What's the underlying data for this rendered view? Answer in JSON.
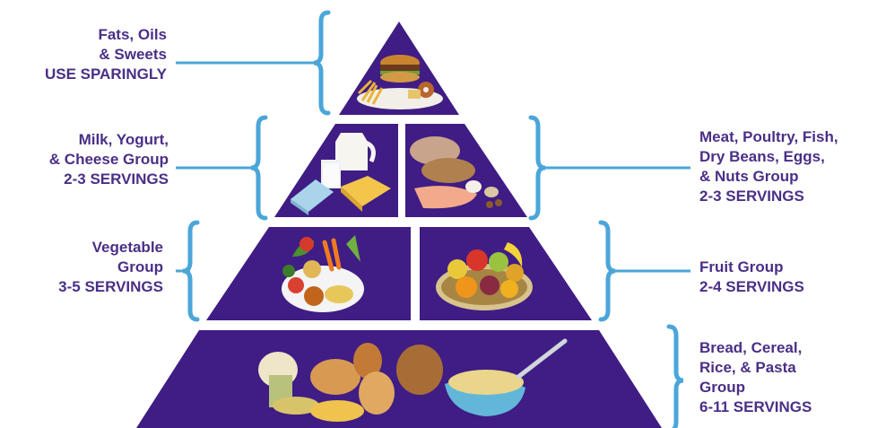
{
  "colors": {
    "tier_fill": "#3f1d84",
    "bracket": "#4aa6d9",
    "label_text": "#4a2f86",
    "background": "#ffffff"
  },
  "groups": {
    "fats": {
      "lines": [
        "Fats, Oils",
        "& Sweets",
        "USE SPARINGLY"
      ],
      "icon": "fast-food-image"
    },
    "milk": {
      "lines": [
        "Milk, Yogurt,",
        "& Cheese Group",
        "2-3 SERVINGS"
      ],
      "icon": "dairy-image"
    },
    "meat": {
      "lines": [
        "Meat, Poultry, Fish,",
        "Dry Beans, Eggs,",
        "& Nuts Group",
        "2-3 SERVINGS"
      ],
      "icon": "meat-image"
    },
    "vegetable": {
      "lines": [
        "Vegetable",
        "Group",
        "3-5 SERVINGS"
      ],
      "icon": "vegetable-basket-image"
    },
    "fruit": {
      "lines": [
        "Fruit Group",
        "2-4 SERVINGS"
      ],
      "icon": "fruit-bowl-image"
    },
    "bread": {
      "lines": [
        "Bread, Cereal,",
        "Rice, & Pasta",
        "Group",
        "6-11 SERVINGS"
      ],
      "icon": "bread-cereal-image"
    }
  }
}
